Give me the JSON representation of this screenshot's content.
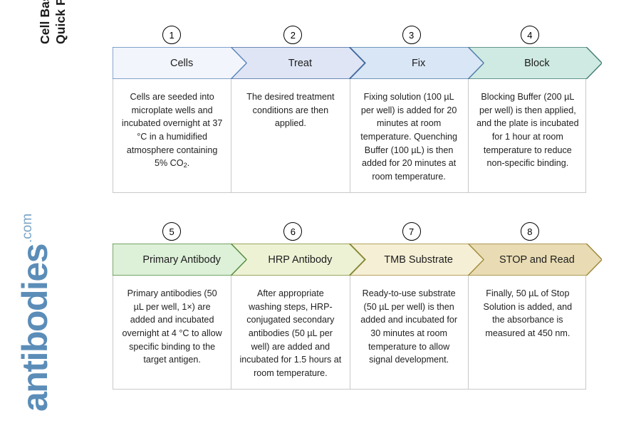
{
  "title": {
    "line1": "Cell Based ELISA Kits",
    "line2": "Quick Protocol"
  },
  "brand": {
    "word": "antibodies",
    "tld": ".com",
    "color": "#5b8db8"
  },
  "diagram": {
    "type": "process-flow-chevron",
    "rows": [
      {
        "row_index": 1,
        "steps": [
          {
            "number": "1",
            "label": "Cells",
            "fill": "#f2f5fb",
            "stroke": "#5b85bb",
            "body": "Cells are seeded into microplate wells and incubated overnight at 37 °C in a humidified atmosphere containing 5% CO",
            "body_sub": "2",
            "body_tail": "."
          },
          {
            "number": "2",
            "label": "Treat",
            "fill": "#dfe5f5",
            "stroke": "#44689e",
            "body": "The desired treatment conditions are then applied.",
            "body_sub": "",
            "body_tail": ""
          },
          {
            "number": "3",
            "label": "Fix",
            "fill": "#d9e6f5",
            "stroke": "#4b7ba8",
            "body": "Fixing solution (100 µL per well) is added for 20 minutes at room temperature. Quenching Buffer (100 µL) is then added for 20 minutes at room temperature.",
            "body_sub": "",
            "body_tail": ""
          },
          {
            "number": "4",
            "label": "Block",
            "fill": "#cfeae2",
            "stroke": "#3f7b72",
            "body": "Blocking Buffer (200 µL per well) is then applied, and the plate is incubated for 1 hour at room temperature to reduce non-specific binding.",
            "body_sub": "",
            "body_tail": ""
          }
        ]
      },
      {
        "row_index": 2,
        "steps": [
          {
            "number": "5",
            "label": "Primary Antibody",
            "fill": "#ddf0d8",
            "stroke": "#4f8a3c",
            "body": "Primary antibodies (50 µL per well, 1×) are added and incubated overnight at 4 °C to allow specific binding to the target antigen.",
            "body_sub": "",
            "body_tail": ""
          },
          {
            "number": "6",
            "label": "HRP Antibody",
            "fill": "#edf2d5",
            "stroke": "#7d8a33",
            "body": "After appropriate washing steps, HRP-conjugated secondary antibodies (50 µL per well) are added and incubated for 1.5 hours at room temperature.",
            "body_sub": "",
            "body_tail": ""
          },
          {
            "number": "7",
            "label": "TMB Substrate",
            "fill": "#f5efd5",
            "stroke": "#a08a3a",
            "body": "Ready-to-use substrate (50 µL per well) is then added and incubated for 30 minutes at room temperature to allow signal development.",
            "body_sub": "",
            "body_tail": ""
          },
          {
            "number": "8",
            "label": "STOP and Read",
            "fill": "#e9dcb4",
            "stroke": "#9a8336",
            "body": "Finally, 50 µL of Stop Solution is added, and the absorbance is measured at 450 nm.",
            "body_sub": "",
            "body_tail": ""
          }
        ]
      }
    ]
  }
}
